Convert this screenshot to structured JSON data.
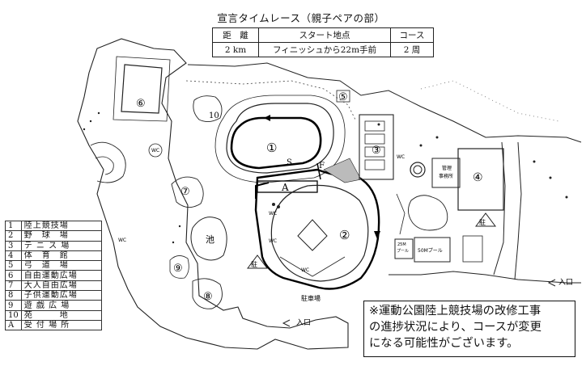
{
  "title": "宣言タイムレース（親子ペアの部）",
  "course_table": {
    "headers": [
      "距　離",
      "スタート地点",
      "コース"
    ],
    "row": [
      "2 km",
      "フィニッシュから22m手前",
      "2 周"
    ]
  },
  "legend": [
    {
      "no": "1",
      "name": "陸上競技場"
    },
    {
      "no": "2",
      "name": "野　球　場"
    },
    {
      "no": "3",
      "name": "テ ニ ス 場"
    },
    {
      "no": "4",
      "name": "体　育　館"
    },
    {
      "no": "5",
      "name": "弓　道　場"
    },
    {
      "no": "6",
      "name": "自由運動広場"
    },
    {
      "no": "7",
      "name": "大人自由広場"
    },
    {
      "no": "8",
      "name": "子供運動広場"
    },
    {
      "no": "9",
      "name": "遊 戯 広 場"
    },
    {
      "no": "10",
      "name": "苑　　　地"
    },
    {
      "no": "A",
      "name": "受 付 場 所"
    }
  ],
  "notice": [
    "※運動公園陸上競技場の改修工事",
    "の進捗状況により、コースが変更",
    "になる可能性がございます。"
  ],
  "map_labels": {
    "n1": "①",
    "n2": "②",
    "n3": "③",
    "n4": "④",
    "n5": "⑤",
    "n6": "⑥",
    "n7": "⑦",
    "n8": "⑧",
    "n9": "⑨",
    "n10": "10",
    "start": "S",
    "finish": "F",
    "reception": "A",
    "pond": "池",
    "parking_lot": "駐車場",
    "parking": "駐",
    "entrance": "入口",
    "wc": "WC",
    "pool25": "25M\nプール",
    "pool50": "50Mプール",
    "kyudo_office": "管理\n事務所"
  },
  "colors": {
    "course": "#000000",
    "grid": "#f2f2f2"
  }
}
